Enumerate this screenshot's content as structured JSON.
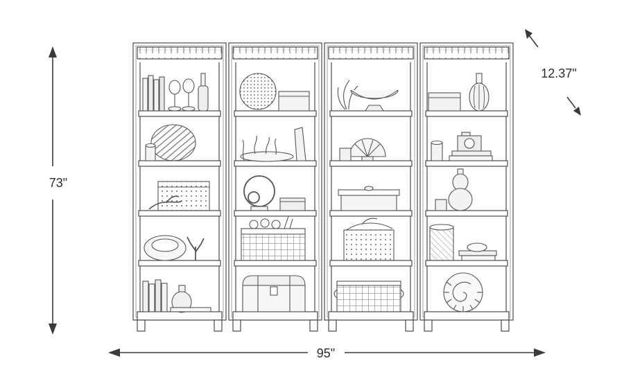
{
  "page": {
    "background": "#ffffff"
  },
  "diagram": {
    "subject": "bookcase-wall-unit",
    "style": "pencil-sketch",
    "units_count": 4,
    "shelves_per_unit": 5,
    "colors": {
      "line": "#4a4a4a",
      "dimension_text": "#2d2d2d",
      "fill_light": "#f5f5f5",
      "background": "#ffffff"
    },
    "dimensions": {
      "height": {
        "label": "73\"",
        "value_in": 73,
        "orientation": "vertical-left"
      },
      "width": {
        "label": "95\"",
        "value_in": 95,
        "orientation": "horizontal-bottom"
      },
      "depth": {
        "label": "12.37\"",
        "value_in": 12.37,
        "orientation": "diagonal-top-right"
      }
    },
    "shelf_items": {
      "unit_1": [
        "upright-books",
        "goblets",
        "candlestick-bottle",
        "zebra-figurine",
        "small-jar",
        "speckled-box",
        "antler-branch",
        "round-bowl",
        "coral-branch",
        "upright-books",
        "vase"
      ],
      "unit_2": [
        "textured-sphere",
        "storage-box",
        "low-dish",
        "leaning-book",
        "wire-ring-sculpture",
        "small-box",
        "woven-basket",
        "rolled-papers",
        "storage-trunk"
      ],
      "unit_3": [
        "leafy-plant",
        "bowl-on-stand",
        "fan-shell-sculpture",
        "lidded-box",
        "speckled-box",
        "branch",
        "wire-crate"
      ],
      "unit_4": [
        "storage-box",
        "ribbed-vase",
        "jar",
        "camera-on-books",
        "gourd-vase",
        "small-cup",
        "coral-cylinder",
        "books-with-bowl",
        "nautilus-shell"
      ]
    }
  }
}
